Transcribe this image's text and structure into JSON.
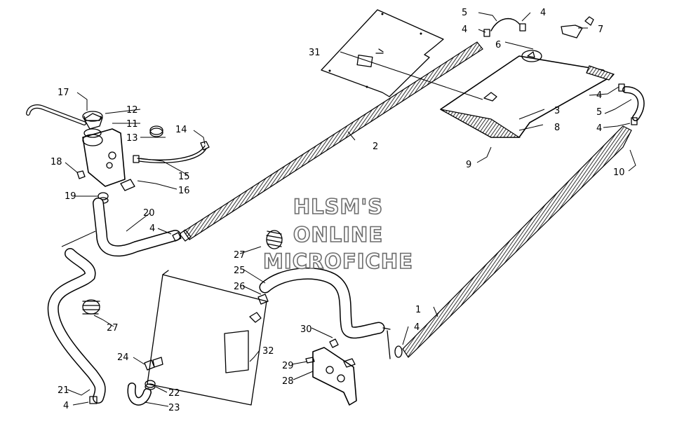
{
  "watermark": [
    "HLSM'S",
    "ONLINE",
    "MICROFICHE"
  ],
  "callouts": {
    "c1": "1",
    "c2": "2",
    "c3": "3",
    "c4a": "4",
    "c4b": "4",
    "c4c": "4",
    "c4d": "4",
    "c4e": "4",
    "c4f": "4",
    "c4g": "4",
    "c5a": "5",
    "c5b": "5",
    "c6": "6",
    "c7": "7",
    "c8": "8",
    "c9": "9",
    "c10": "10",
    "c11": "11",
    "c12": "12",
    "c13": "13",
    "c14": "14",
    "c15": "15",
    "c16": "16",
    "c17": "17",
    "c18": "18",
    "c19": "19",
    "c20": "20",
    "c21": "21",
    "c22": "22",
    "c23": "23",
    "c24": "24",
    "c25": "25",
    "c26": "26",
    "c27a": "27",
    "c27b": "27",
    "c28": "28",
    "c29": "29",
    "c30": "30",
    "c31": "31",
    "c32": "32"
  }
}
